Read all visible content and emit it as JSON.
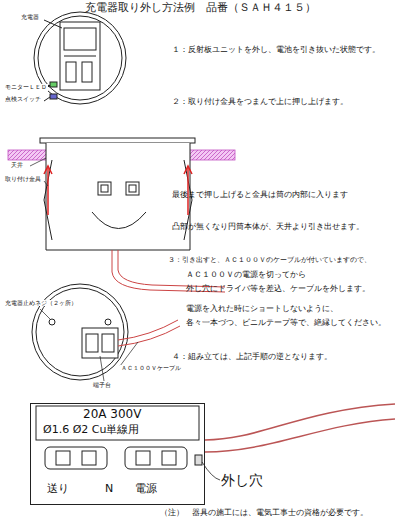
{
  "diagram": {
    "title": "充電器取り外し方法例　品番（ＳＡＨ４１５）",
    "nodes": [
      {
        "text": [
          "20A 300V",
          "Ø1.6 Ø2 Cu単線用",
          "送り",
          "N",
          "電源"
        ]
      }
    ],
    "labels": [
      "充電器",
      "モニターＬＥＤ",
      "点検スイッチ",
      "１：反射板ユニットを外し、電池を引き抜いた状態です。",
      "２：取り付け金具をつまんで上に押し上げます。",
      "天井",
      "取り付け金具",
      "最後まで押し上げると金具は筒の内部に入ります",
      "凸部が無くなり円筒本体が、天井より引き出せます。",
      "３：引き出すと、ＡＣ１００Ｖのケーブルが付いていますので、",
      "ＡＣ１００Ｖの電源を切ってから",
      "外し穴にドライバ等を差込、ケーブルを外します。",
      "電源を入れた時にショートしないように、",
      "各々一本づつ、ビニルテープ等で、絶縁してください。",
      "充電器止めネジ（２ヶ所）",
      "ＡＣ１００Ｖケーブル",
      "端子台",
      "４：組み立ては、上記手順の逆となります。",
      "外し穴",
      "（注）　器具の施工には、電気工事士の資格が必要です。"
    ]
  }
}
